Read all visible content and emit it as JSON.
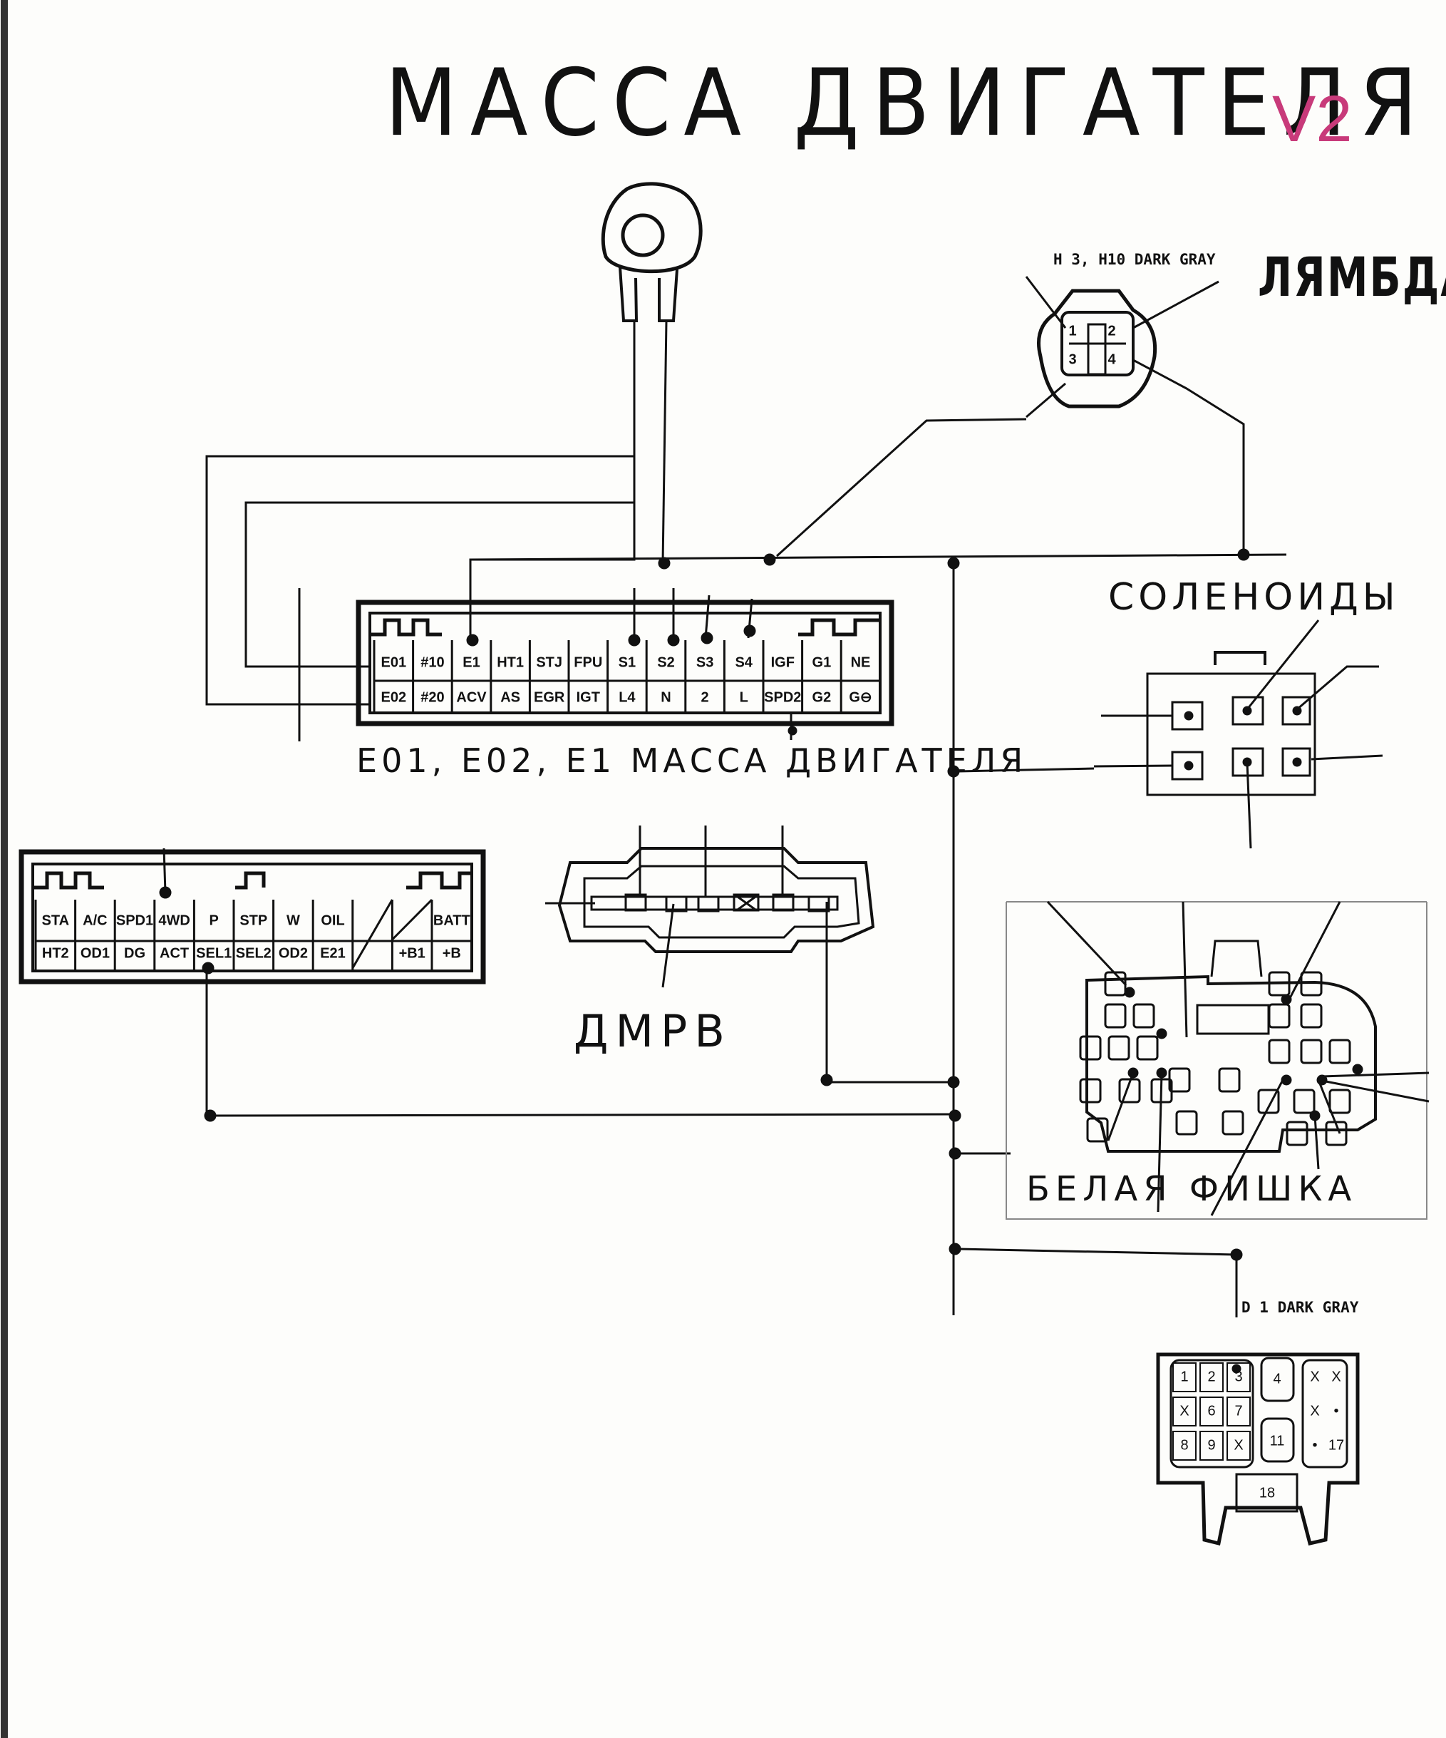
{
  "title": "МАССА ДВИГАТЕЛЯ",
  "version": "V2",
  "lambda": {
    "label": "ЛЯМБДА",
    "connector_title": "H 3, H10 DARK GRAY",
    "pins": [
      "1",
      "2",
      "3",
      "4"
    ]
  },
  "solenoids": {
    "label": "СОЛЕНОИДЫ"
  },
  "ecu_main": {
    "caption": "E01, E02, E1  МАССА ДВИГАТЕЛЯ",
    "row1": [
      "E01",
      "#10",
      "E1",
      "HT1",
      "STJ",
      "FPU",
      "S1",
      "S2",
      "S3",
      "S4",
      "IGF",
      "G1",
      "NE"
    ],
    "row2": [
      "E02",
      "#20",
      "ACV",
      "AS",
      "EGR",
      "IGT",
      "L4",
      "N",
      "2",
      "L",
      "SPD2",
      "G2",
      "G⊖"
    ]
  },
  "ecu_second": {
    "row1": [
      "STA",
      "A/C",
      "SPD1",
      "4WD",
      "P",
      "STP",
      "W",
      "OIL",
      "",
      "",
      "BATT"
    ],
    "row2": [
      "HT2",
      "OD1",
      "DG",
      "ACT",
      "SEL1",
      "SEL2",
      "OD2",
      "E21",
      "",
      "+B1",
      "+B"
    ]
  },
  "maf": {
    "label": "ДМРВ"
  },
  "white_connector": {
    "label": "БЕЛАЯ ФИШКА"
  },
  "d1": {
    "title": "D 1  DARK GRAY",
    "block_a": [
      [
        "1",
        "2",
        "3"
      ],
      [
        "X",
        "6",
        "7"
      ],
      [
        "8",
        "9",
        "X"
      ]
    ],
    "pin4": "4",
    "pin11": "11",
    "block_b": [
      [
        "X",
        "X"
      ],
      [
        "X",
        "•"
      ],
      [
        "•",
        "17"
      ]
    ],
    "pin18": "18"
  }
}
